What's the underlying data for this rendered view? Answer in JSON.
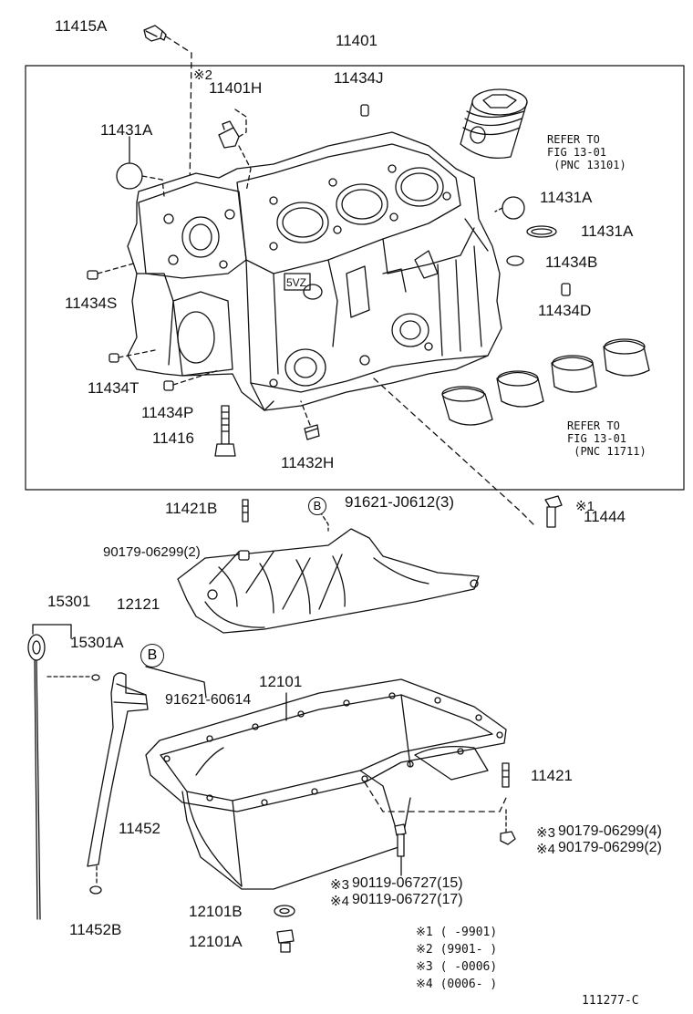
{
  "labels": {
    "p11415A": "11415A",
    "p11401": "11401",
    "p11434J": "11434J",
    "p11401H": "11401H",
    "p11431A_1": "11431A",
    "p11431A_2": "11431A",
    "p11431A_3": "11431A",
    "p11434B": "11434B",
    "p11434D": "11434D",
    "p11434S": "11434S",
    "p11434T": "11434T",
    "p11434P": "11434P",
    "p11416": "11416",
    "p11432H": "11432H",
    "p11421B": "11421B",
    "p91621J": "91621-J0612(3)",
    "p11444": "11444",
    "p90179_a": "90179-06299(2)",
    "p12121": "12121",
    "p15301": "15301",
    "p15301A": "15301A",
    "p91621_60614": "91621-60614",
    "p12101": "12101",
    "p11421": "11421",
    "p11452": "11452",
    "p90179_3": "90179-06299(4)",
    "p90179_4": "90179-06299(2)",
    "p90119_3": "90119-06727(15)",
    "p90119_4": "90119-06727(17)",
    "p12101B": "12101B",
    "p11452B": "11452B",
    "p12101A": "12101A"
  },
  "marks": {
    "m2": "※2",
    "m1": "※1",
    "m3a": "※3",
    "m4a": "※4",
    "m3b": "※3",
    "m4b": "※4"
  },
  "circles": {
    "b1": "B",
    "b2": "B"
  },
  "refer": {
    "piston": "REFER TO\nFIG 13-01\n (PNC 13101)",
    "bearing": "REFER TO\nFIG 13-01\n (PNC 11711)"
  },
  "footnotes": [
    {
      "mark": "※1",
      "text": "(      -9901)"
    },
    {
      "mark": "※2",
      "text": "(9901-      )"
    },
    {
      "mark": "※3",
      "text": "(      -0006)"
    },
    {
      "mark": "※4",
      "text": "(0006-      )"
    }
  ],
  "figure_id": "111277-C"
}
